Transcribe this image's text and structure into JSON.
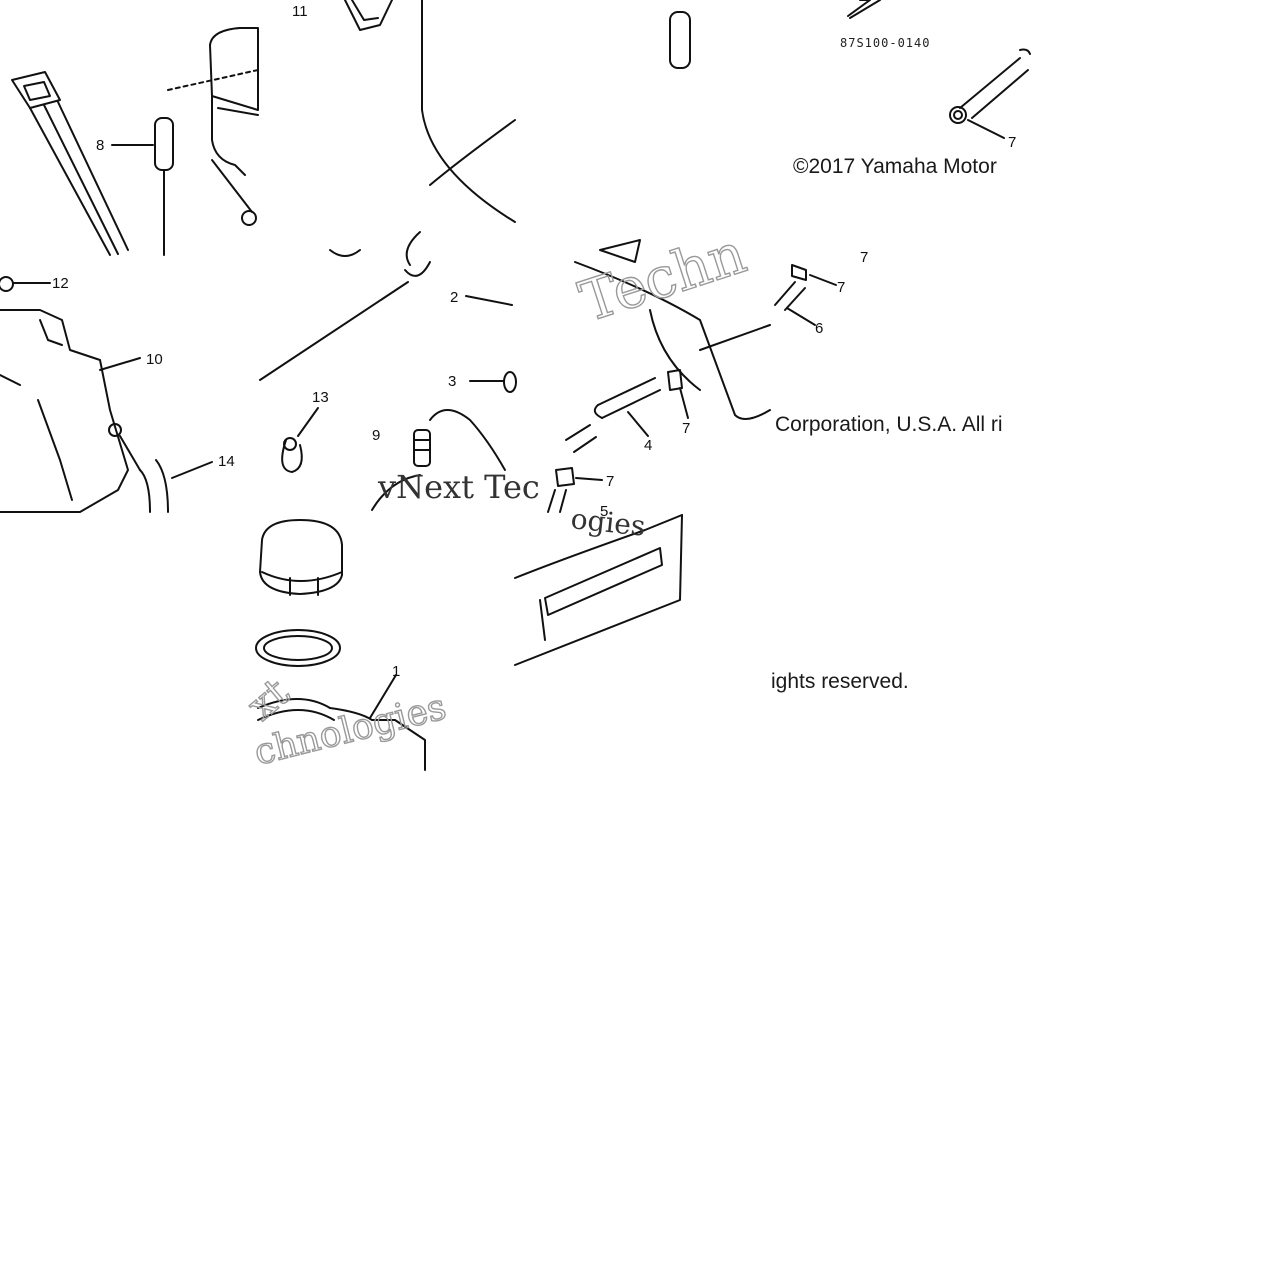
{
  "diagram": {
    "part_code": "87S100-0140",
    "copyright": {
      "line1": "©2017 Yamaha Motor",
      "line2": "Corporation, U.S.A. All ri",
      "line3": "ights reserved."
    },
    "callouts": {
      "c1": "1",
      "c2": "2",
      "c3": "3",
      "c4": "4",
      "c5": "5",
      "c6": "6",
      "c7a": "7",
      "c7b": "7",
      "c7c": "7",
      "c7d": "7",
      "c7e": "7",
      "c8": "8",
      "c9": "9",
      "c10": "10",
      "c11": "11",
      "c12": "12",
      "c13": "13",
      "c14": "14"
    },
    "watermark": {
      "w1": "Techn",
      "w2": "vNext Tec",
      "w3": "ogies",
      "w4": "chnologies",
      "w5": "xt"
    }
  }
}
